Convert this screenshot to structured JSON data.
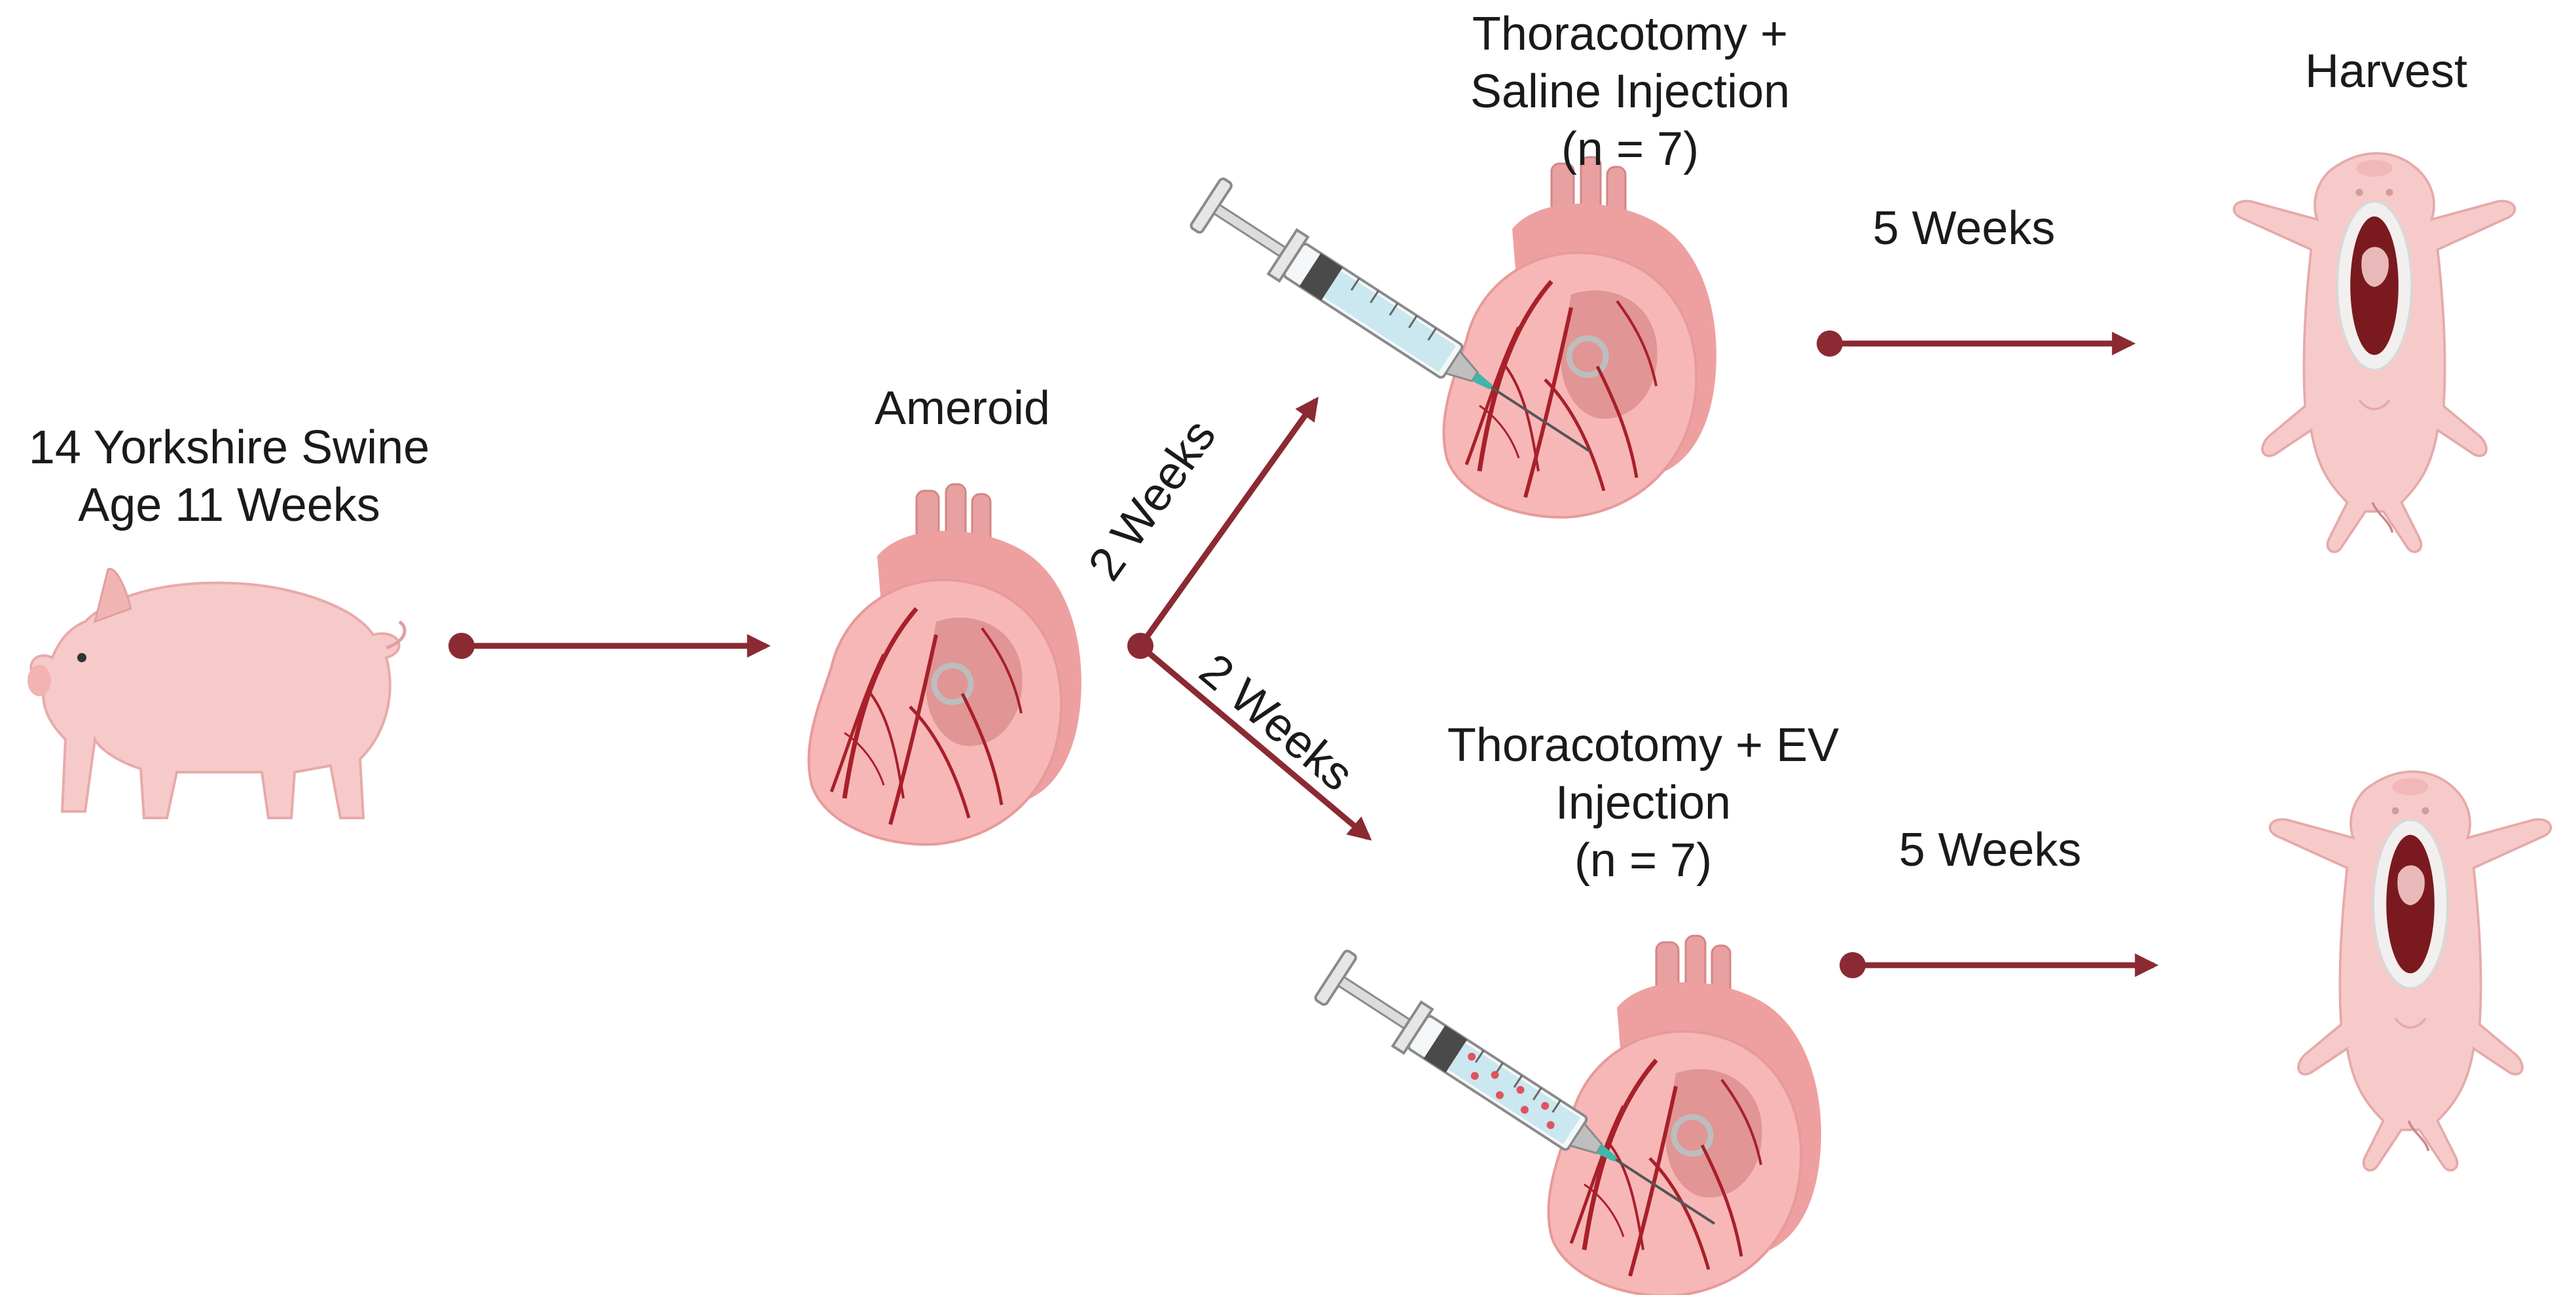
{
  "start": {
    "line1": "14 Yorkshire Swine",
    "line2": "Age 11 Weeks",
    "icon": "pig-icon"
  },
  "ameroid": {
    "label": "Ameroid",
    "icon": "heart-icon"
  },
  "branch_up_label": "2 Weeks",
  "branch_down_label": "2 Weeks",
  "saline": {
    "line1": "Thoracotomy +",
    "line2": "Saline Injection",
    "line3": "(n = 7)",
    "icon": "saline-syringe-heart-icon"
  },
  "ev": {
    "line1": "Thoracotomy + EV",
    "line2": "Injection",
    "line3": "(n = 7)",
    "icon": "ev-syringe-heart-icon"
  },
  "top_arrow_label": "5 Weeks",
  "bottom_arrow_label": "5 Weeks",
  "harvest": {
    "label": "Harvest",
    "icon": "harvested-pig-icon"
  },
  "colors": {
    "arrow": "#8b2a32",
    "heart": "#f0a7a7",
    "heart_dark": "#e58f8f",
    "vessel": "#a8202a",
    "pig": "#f7caca",
    "text": "#1a1a1a"
  }
}
